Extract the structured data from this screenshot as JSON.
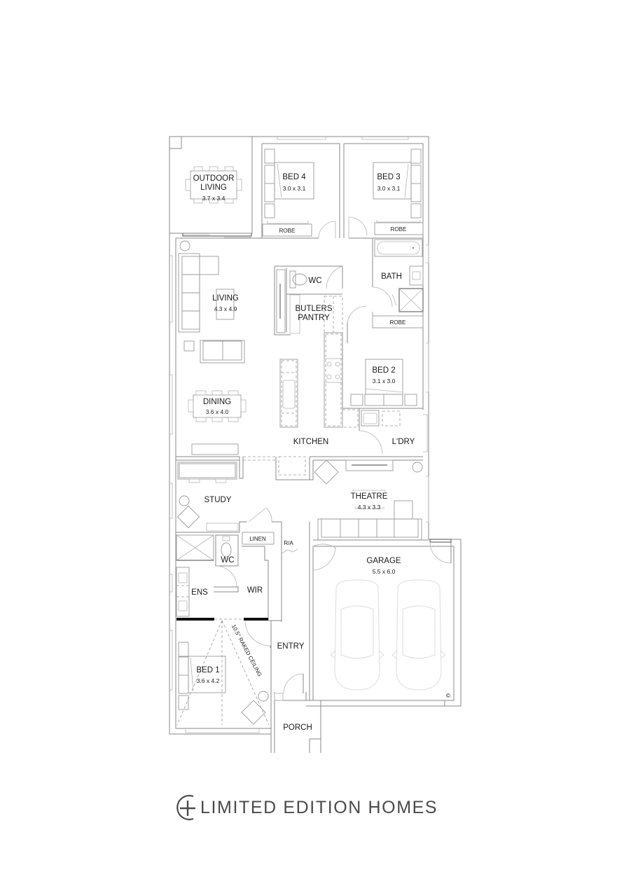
{
  "plan": {
    "rooms": {
      "outdoor_living": {
        "name_line1": "OUTDOOR",
        "name_line2": "LIVING",
        "size": "3.7 x 3.4"
      },
      "bed4": {
        "name": "BED 4",
        "size": "3.0 x 3.1"
      },
      "bed3": {
        "name": "BED 3",
        "size": "3.0 x 3.1"
      },
      "robe_bed4": {
        "name": "ROBE"
      },
      "robe_bed3": {
        "name": "ROBE"
      },
      "robe_bed2": {
        "name": "ROBE"
      },
      "living": {
        "name": "LIVING",
        "size": "4.3 x 4.9"
      },
      "wc_main": {
        "name": "WC"
      },
      "butlers_pantry": {
        "name_line1": "BUTLERS",
        "name_line2": "PANTRY"
      },
      "bath": {
        "name": "BATH"
      },
      "bed2": {
        "name": "BED 2",
        "size": "3.1 x 3.0"
      },
      "dining": {
        "name": "DINING",
        "size": "3.6 x 4.0"
      },
      "kitchen": {
        "name": "KITCHEN"
      },
      "laundry": {
        "name": "L'DRY"
      },
      "study": {
        "name": "STUDY"
      },
      "theatre": {
        "name": "THEATRE",
        "size": "4.3 x 3.3"
      },
      "linen": {
        "name": "LINEN"
      },
      "wc_ensuite": {
        "name": "WC"
      },
      "ensuite": {
        "name": "ENS"
      },
      "wir": {
        "name": "WIR"
      },
      "garage": {
        "name": "GARAGE",
        "size": "5.5 x 6.0"
      },
      "entry": {
        "name": "ENTRY"
      },
      "bed1": {
        "name": "BED 1",
        "size": "3.6 x 4.2"
      },
      "porch": {
        "name": "PORCH"
      }
    },
    "annotations": {
      "raked_ceiling": "10.5° RAKED CEILING",
      "return_air": "R/A",
      "copyright": "©"
    },
    "colors": {
      "wall": "#8a8a8a",
      "furniture": "#9a9a9a",
      "label": "#1a1a1a",
      "thick_wall": "#111111",
      "logo": "#4a4a4a"
    }
  },
  "brand": {
    "name": "LIMITED EDITION HOMES",
    "mark_icon": "circle-plus-logo-icon"
  }
}
